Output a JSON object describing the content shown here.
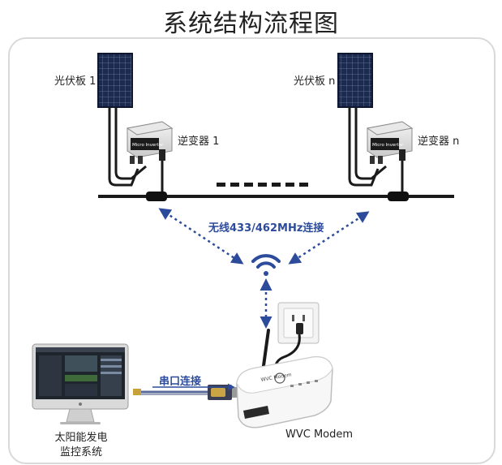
{
  "title": "系统结构流程图",
  "labels": {
    "panel_1": "光伏板 1",
    "panel_n": "光伏板 n",
    "inverter_1": "逆变器 1",
    "inverter_n": "逆变器 n",
    "wireless_link": "无线433/462MHz连接",
    "serial_link": "串口连接",
    "modem": "WVC Modem",
    "monitor_line1": "太阳能发电",
    "monitor_line2": "监控系统"
  },
  "inverter_face_text": "Micro Inverter",
  "modem_face_text": "WVC Modem",
  "colors": {
    "link_blue": "#2c4b9a",
    "panel_dark": "#1b2a4e",
    "cable": "#1a1a1a",
    "frame": "#d9d9d9"
  }
}
